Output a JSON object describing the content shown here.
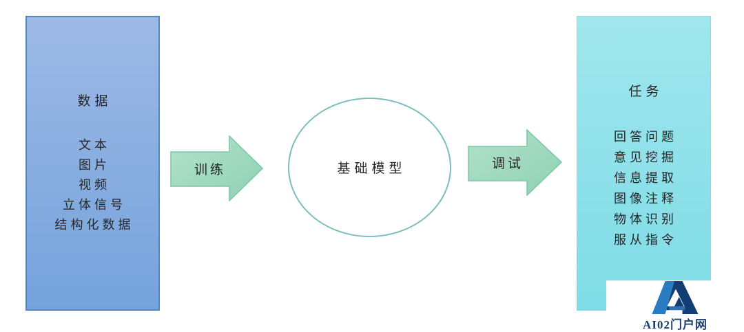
{
  "diagram": {
    "data_box": {
      "title": "数据",
      "items": [
        "文本",
        "图片",
        "视频",
        "立体信号",
        "结构化数据"
      ]
    },
    "train_arrow": {
      "label": "训练"
    },
    "model_circle": {
      "label": "基础模型"
    },
    "tune_arrow": {
      "label": "调试"
    },
    "tasks_box": {
      "title": "任务",
      "items": [
        "回答问题",
        "意见挖掘",
        "信息提取",
        "图像注释",
        "物体识别",
        "服从指令"
      ]
    },
    "watermark": {
      "text": "AI02门户网"
    }
  },
  "colors": {
    "data_box_top": "#9db9e6",
    "data_box_bottom": "#75a3dd",
    "data_box_border": "#4e87c9",
    "tasks_box_top": "#a0e6ed",
    "tasks_box_bottom": "#7edce6",
    "tasks_box_border": "#8adde6",
    "arrow_fill_light": "#b2e2cb",
    "arrow_fill_dark": "#8ed1b2",
    "arrow_border": "#7cc7a4",
    "circle_border": "#7cbdbd",
    "text": "#262626",
    "logo_light_blue": "#2a7cc0",
    "logo_mid_blue": "#2f6fb2",
    "logo_dark_blue": "#123d75",
    "logo_text_color": "#1c3e6e"
  }
}
